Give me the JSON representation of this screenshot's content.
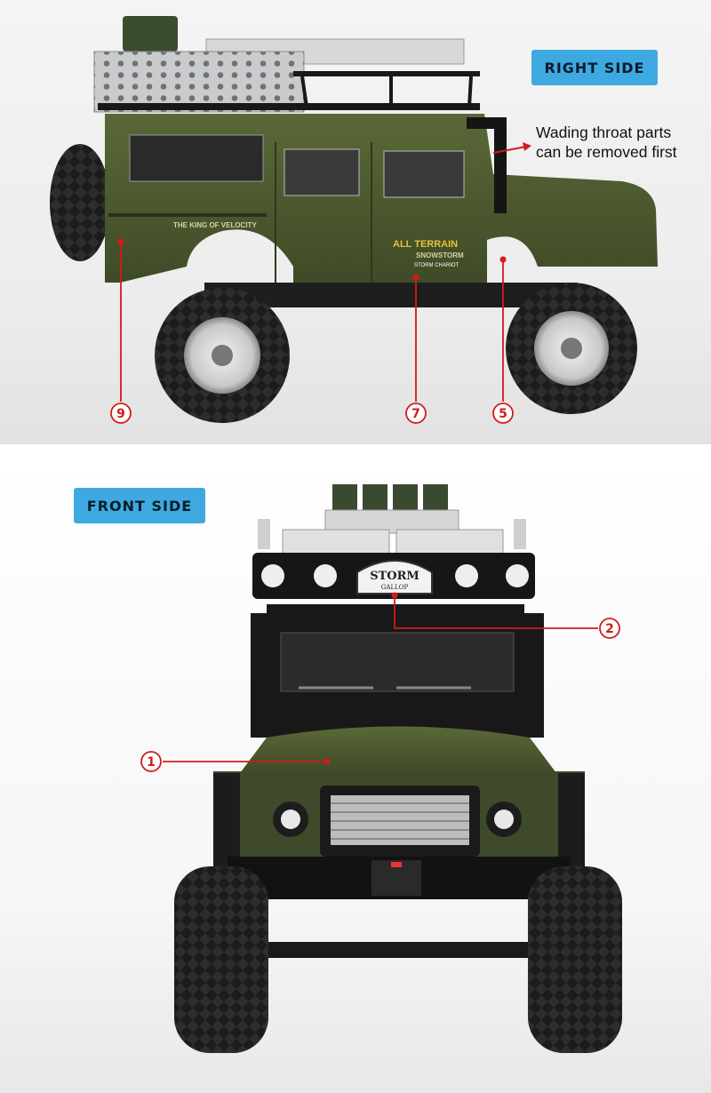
{
  "badges": {
    "right_side": "RIGHT SIDE",
    "front_side": "FRONT SIDE"
  },
  "annotation": {
    "line1": "Wading throat parts",
    "line2": "can be removed first"
  },
  "callouts": {
    "c9": "9",
    "c7": "7",
    "c5": "5",
    "c2": "2",
    "c1": "1"
  },
  "vehicle_text": {
    "side_stripe": "THE KING OF VELOCITY",
    "all_terrain": "ALL TERRAIN",
    "snowstorm": "SNOWSTORM",
    "storm_chariot": "STORM CHARIOT",
    "emblem_top": "STORM",
    "emblem_bottom": "GALLOP"
  },
  "colors": {
    "body_green": "#4c5a30",
    "badge_blue": "#3ea9e0",
    "callout_red": "#d41a1a",
    "tire_black": "#1e1e1e"
  }
}
